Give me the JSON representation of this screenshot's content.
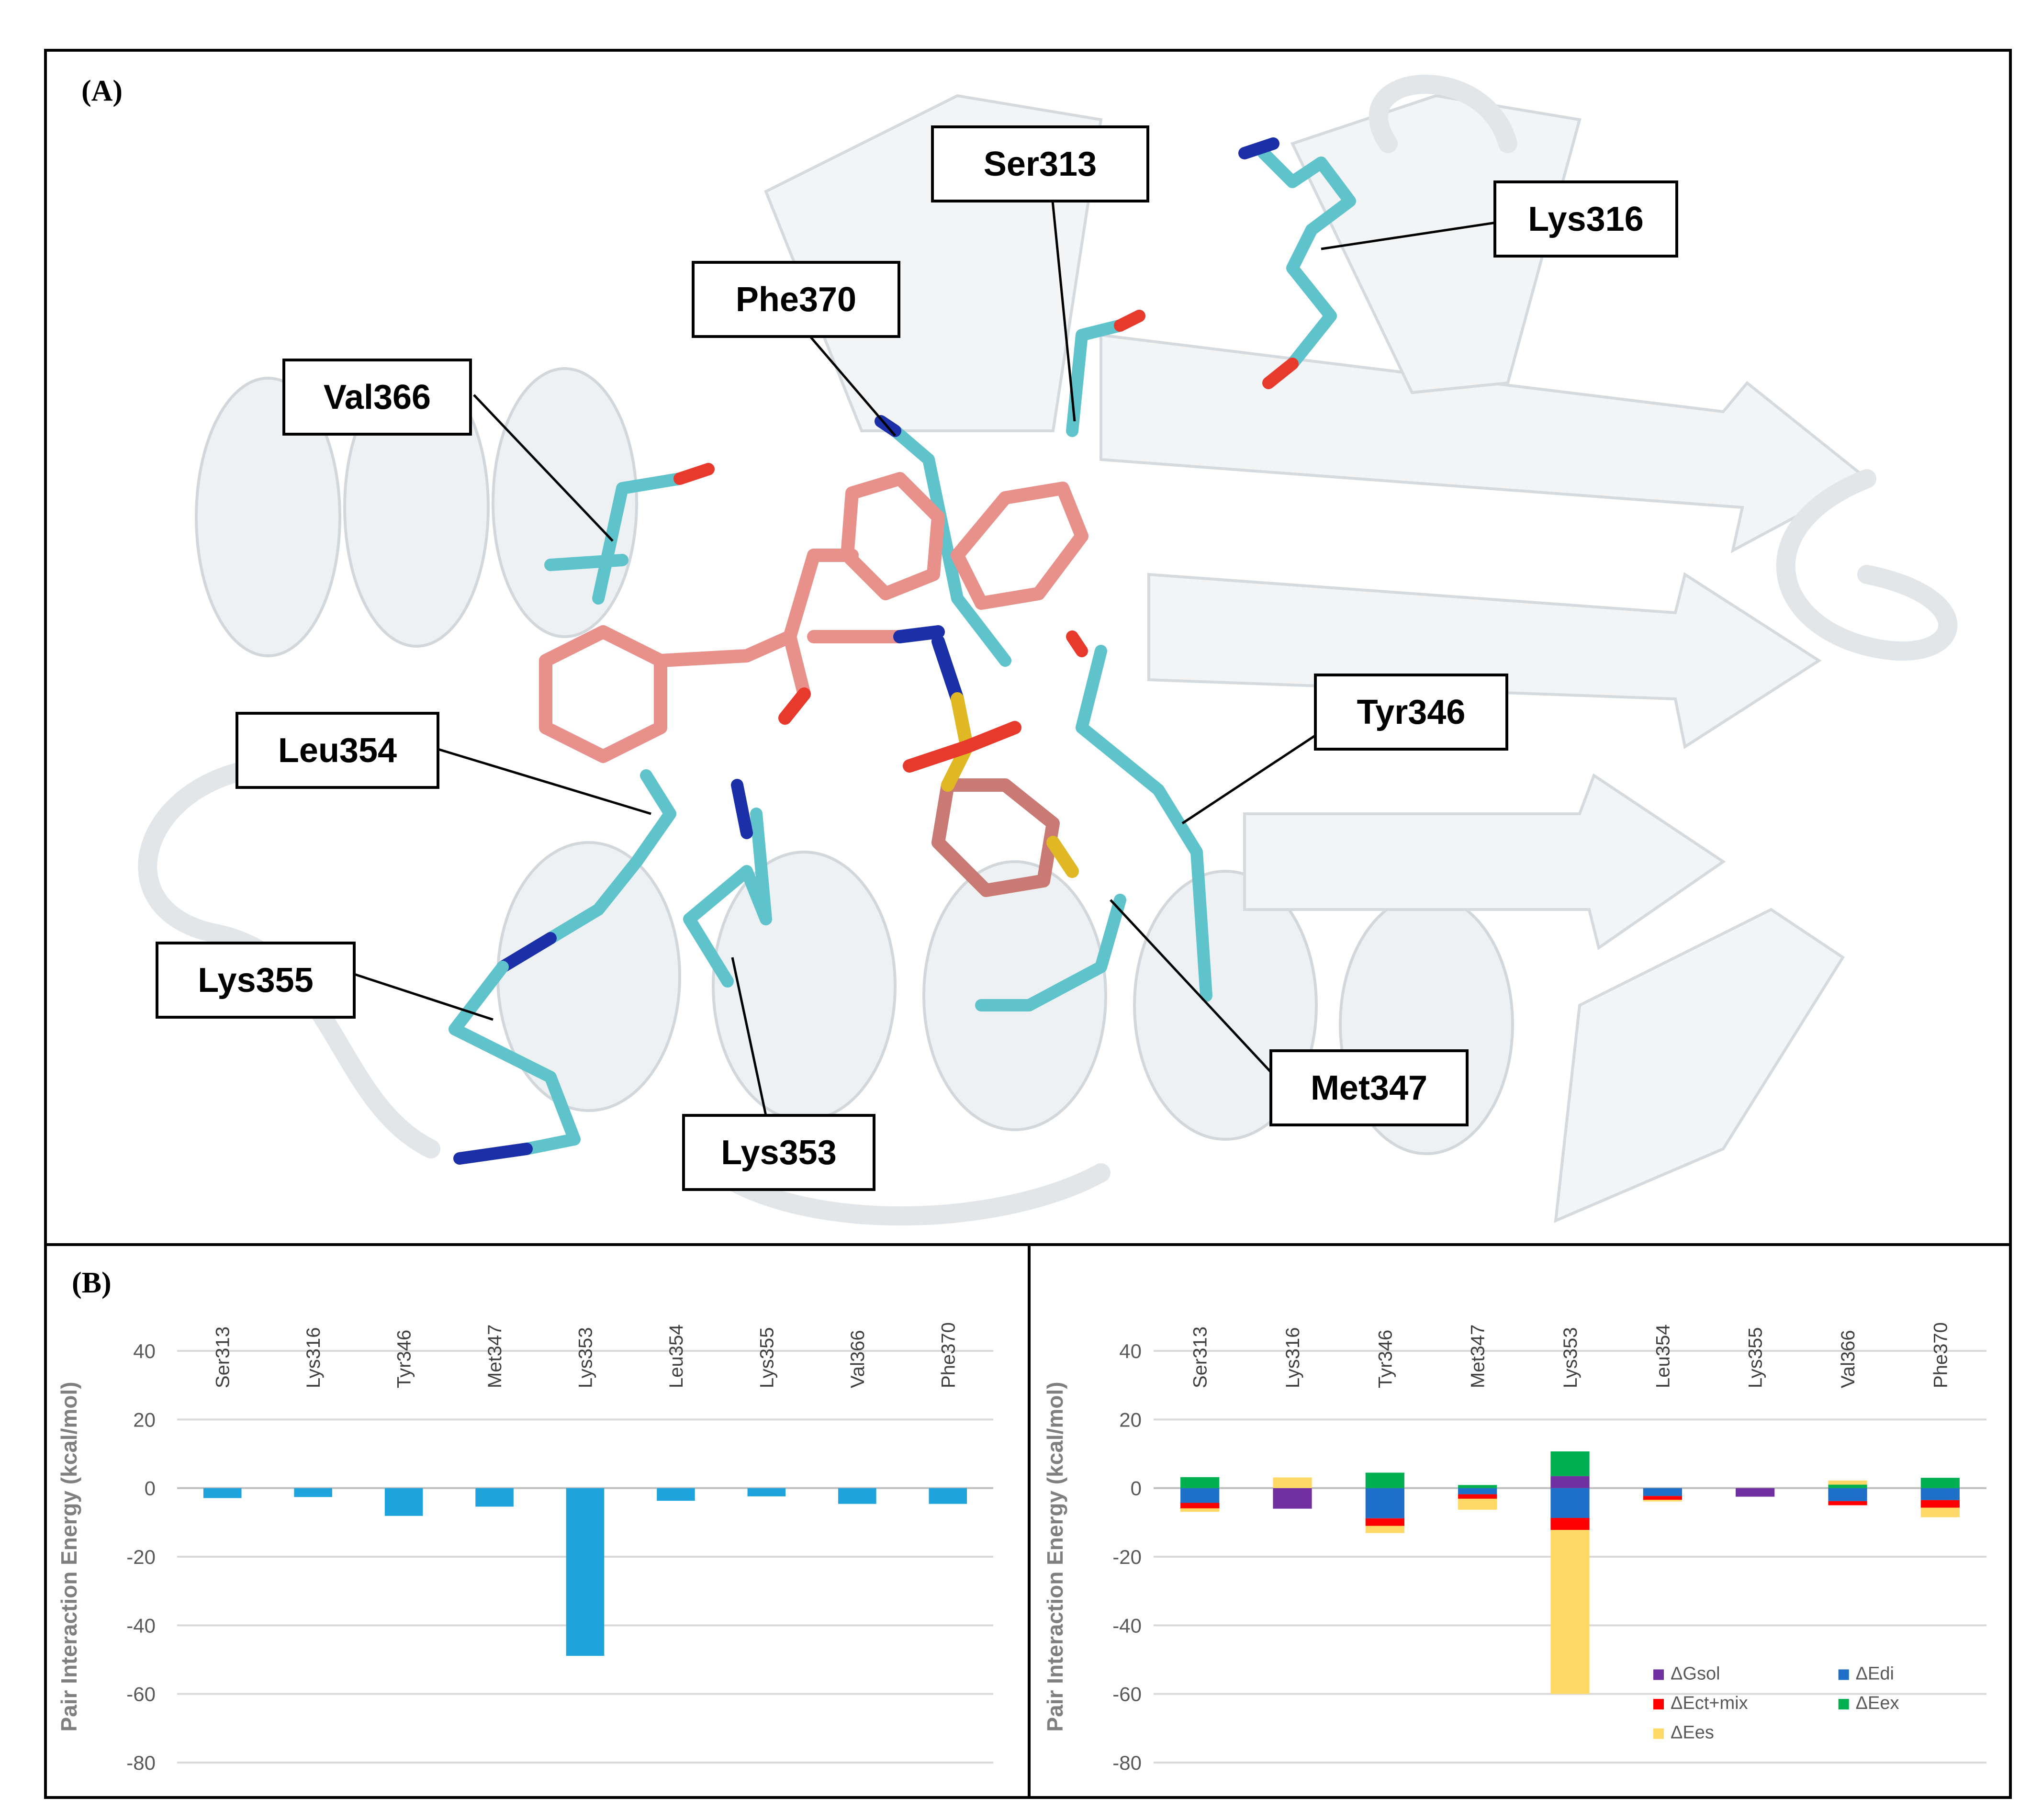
{
  "panel_a": {
    "label": "(A)",
    "residues": [
      "Ser313",
      "Lys316",
      "Phe370",
      "Val366",
      "Leu354",
      "Tyr346",
      "Lys355",
      "Met347",
      "Lys353"
    ]
  },
  "panel_b_label": "(B)",
  "colors": {
    "total": "#1FA3DD",
    "gsol": "#7030A0",
    "edi": "#1E6FC8",
    "ectmix": "#FF0000",
    "ex": "#00B050",
    "es": "#FFD966",
    "protein": "#ECEFF1",
    "carbon_res": "#5FC3CB",
    "carbon_lig": "#E8908A",
    "nitrogen": "#1B2FA8",
    "oxygen": "#E8392D",
    "sulfur": "#E0B823"
  },
  "chart_data": [
    {
      "type": "bar",
      "categories": [
        "Ser313",
        "Lys316",
        "Tyr346",
        "Met347",
        "Lys353",
        "Leu354",
        "Lys355",
        "Val366",
        "Phe370"
      ],
      "values": [
        -2.9,
        -2.6,
        -8.1,
        -5.4,
        -48.9,
        -3.7,
        -2.4,
        -4.6,
        -4.6
      ],
      "ylabel": "Pair Interaction Energy (kcal/mol)",
      "ylim": [
        -80,
        40
      ],
      "yticks": [
        40,
        20,
        0,
        -20,
        -40,
        -60,
        -80
      ],
      "grid": true
    },
    {
      "type": "bar",
      "stacked": true,
      "categories": [
        "Ser313",
        "Lys316",
        "Tyr346",
        "Met347",
        "Lys353",
        "Leu354",
        "Lys355",
        "Val366",
        "Phe370"
      ],
      "series": [
        {
          "key": "gsol",
          "name": "ΔGsol",
          "values": [
            0,
            -6.0,
            0,
            0,
            3.5,
            0,
            -2.5,
            0,
            0
          ]
        },
        {
          "key": "edi",
          "name": "ΔEdi",
          "values": [
            -4.3,
            0,
            -8.8,
            -1.8,
            -8.7,
            -2.3,
            0,
            -3.8,
            -3.5
          ]
        },
        {
          "key": "ectmix",
          "name": "ΔEct+mix",
          "values": [
            -1.6,
            0,
            -2.2,
            -1.3,
            -3.5,
            -1.1,
            0,
            -1.2,
            -2.2
          ]
        },
        {
          "key": "ex",
          "name": "ΔEex",
          "values": [
            3.2,
            0,
            4.5,
            0.9,
            7.2,
            0,
            0,
            1.0,
            3.0
          ]
        },
        {
          "key": "es",
          "name": "ΔEes",
          "values": [
            -1.0,
            3.1,
            -2.1,
            -3.2,
            -47.8,
            -0.5,
            0,
            1.2,
            -2.8
          ]
        }
      ],
      "ylabel": "Pair Interaction Energy (kcal/mol)",
      "ylim": [
        -80,
        40
      ],
      "yticks": [
        40,
        20,
        0,
        -20,
        -40,
        -60,
        -80
      ],
      "grid": true,
      "legend": "bottom-right"
    }
  ]
}
